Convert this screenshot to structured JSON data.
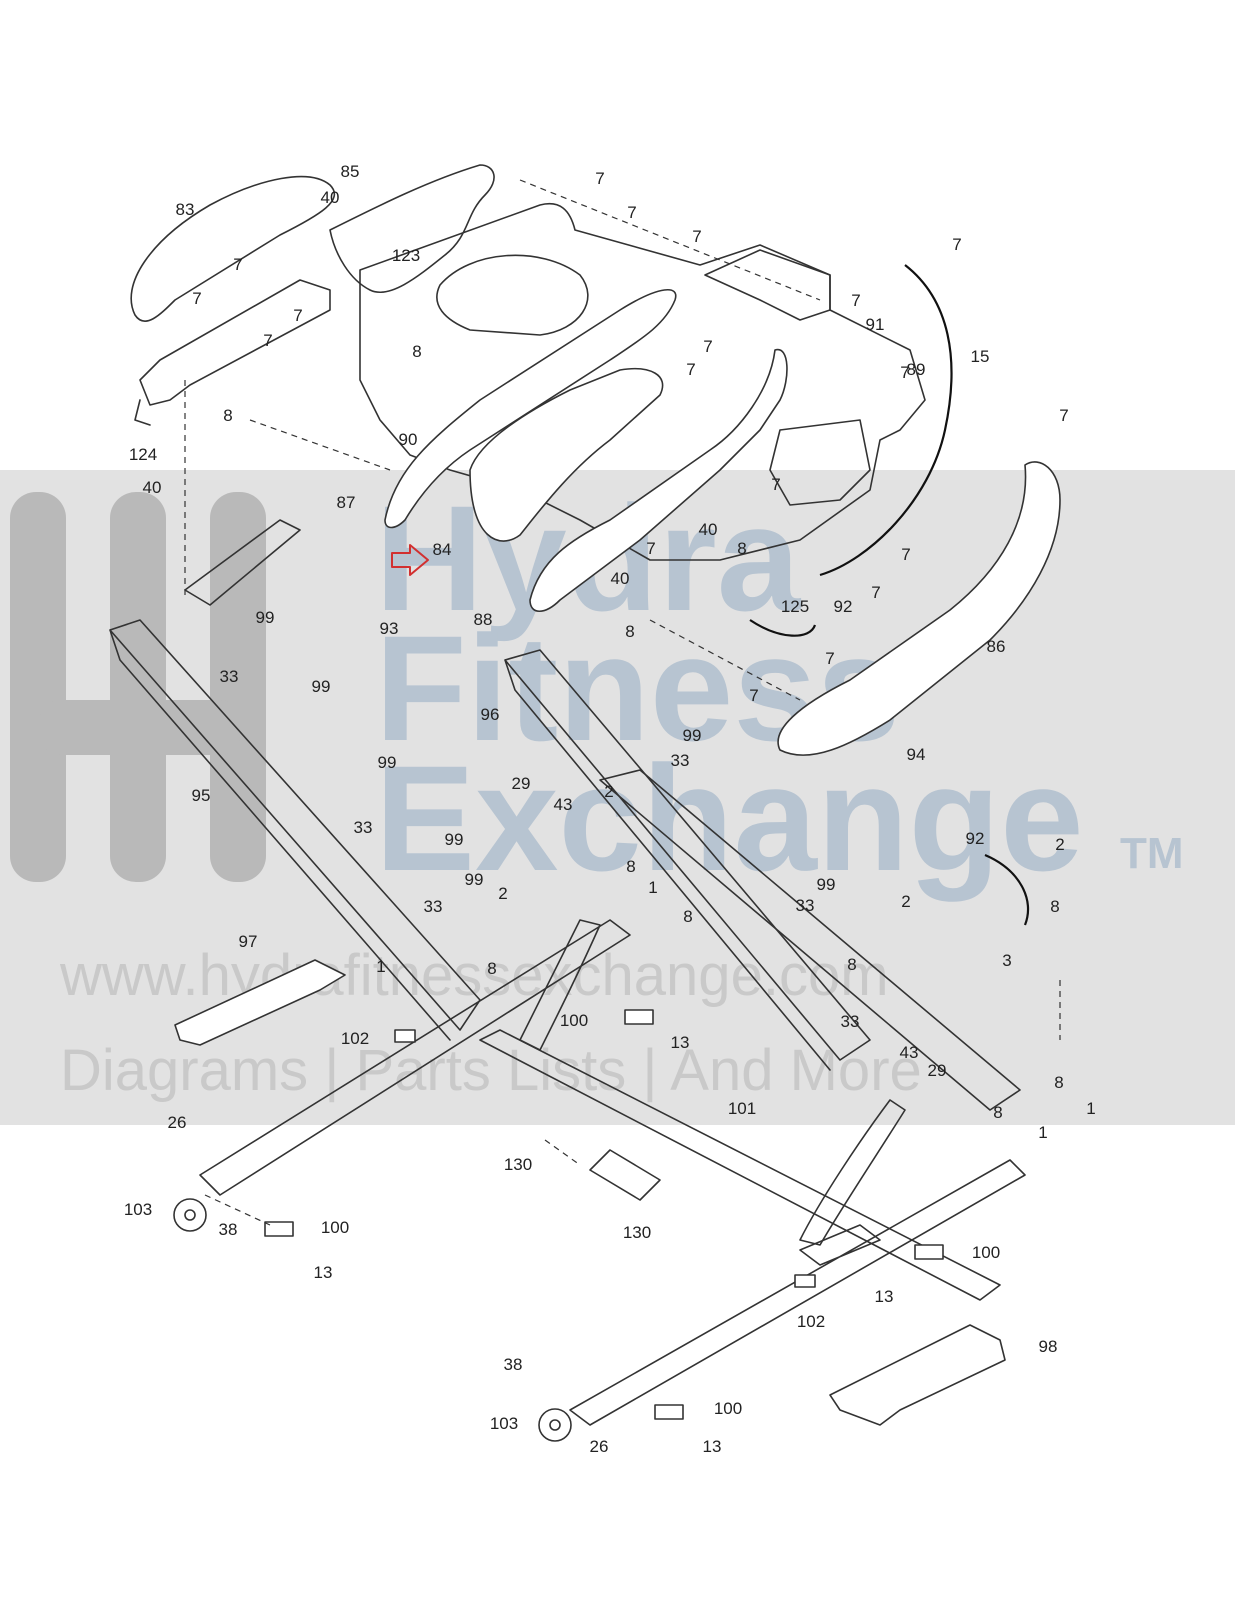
{
  "watermark": {
    "line1": "Hydra",
    "line2": "Fitness",
    "line3": "Exchange",
    "trademark": "TM",
    "url": "www.hydrafitnessexchange.com",
    "tagline": "Diagrams | Parts Lists | And More"
  },
  "highlighted_part": "84",
  "colors": {
    "band": "#e2e2e2",
    "watermark": "#7f97ad",
    "line": "#333333",
    "highlight": "#d23030"
  },
  "callouts": [
    "83",
    "85",
    "40",
    "7",
    "7",
    "7",
    "7",
    "7",
    "7",
    "7",
    "7",
    "123",
    "15",
    "8",
    "7",
    "7",
    "91",
    "7",
    "7",
    "89",
    "90",
    "124",
    "40",
    "8",
    "7",
    "87",
    "84",
    "40",
    "8",
    "7",
    "7",
    "40",
    "7",
    "125",
    "92",
    "7",
    "88",
    "8",
    "86",
    "99",
    "93",
    "33",
    "99",
    "7",
    "7",
    "96",
    "99",
    "33",
    "94",
    "99",
    "29",
    "43",
    "2",
    "33",
    "95",
    "99",
    "92",
    "2",
    "8",
    "1",
    "33",
    "8",
    "99",
    "2",
    "33",
    "8",
    "97",
    "1",
    "8",
    "2",
    "99",
    "3",
    "8",
    "33",
    "100",
    "13",
    "102",
    "43",
    "29",
    "8",
    "1",
    "101",
    "8",
    "1",
    "26",
    "130",
    "103",
    "38",
    "100",
    "130",
    "13",
    "100",
    "13",
    "102",
    "98",
    "38",
    "100",
    "103",
    "26",
    "13"
  ]
}
